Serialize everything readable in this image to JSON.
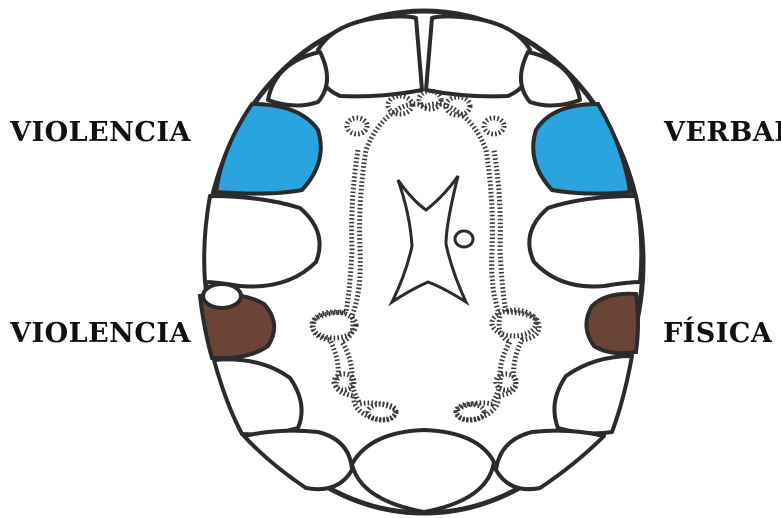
{
  "labels": {
    "top_left": "VIOLENCIA",
    "top_right": "VERBAL",
    "bottom_left": "VIOLENCIA",
    "bottom_right": "FÍSICA"
  },
  "colors": {
    "verbal_region": "#2ba3de",
    "physical_region": "#6b4438",
    "outline": "#2b2b2b"
  }
}
